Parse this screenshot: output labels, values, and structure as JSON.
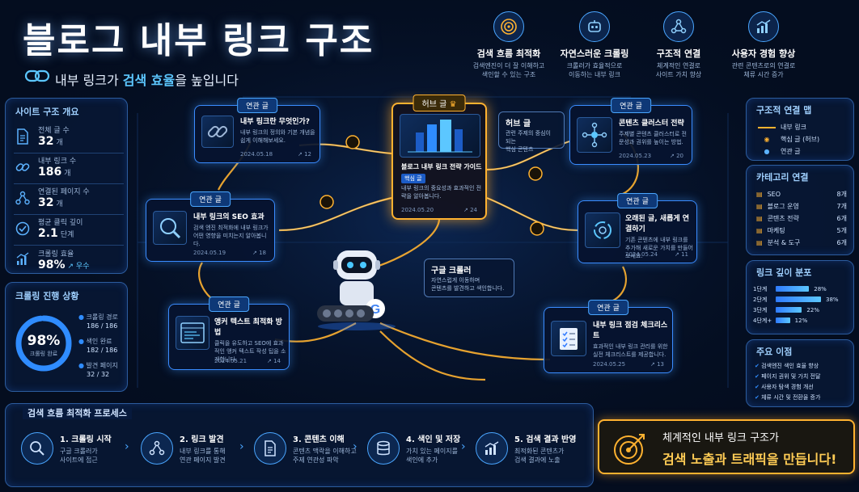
{
  "header": {
    "title": "블로그 내부 링크 구조",
    "subtitle_pre": "내부 링크가 ",
    "subtitle_hl": "검색 효율",
    "subtitle_post": "을 높입니다"
  },
  "features": [
    {
      "title": "검색 흐름 최적화",
      "desc1": "검색엔진이 더 잘 이해하고",
      "desc2": "색인할 수 있는 구조",
      "icon": "target-icon"
    },
    {
      "title": "자연스러운 크롤링",
      "desc1": "크롤러가 효율적으로",
      "desc2": "이동하는 내부 링크",
      "icon": "robot-icon"
    },
    {
      "title": "구조적 연결",
      "desc1": "체계적인 연결로",
      "desc2": "사이트 가치 향상",
      "icon": "network-icon"
    },
    {
      "title": "사용자 경험 향상",
      "desc1": "관련 콘텐츠로의 연결로",
      "desc2": "체류 시간 증가",
      "icon": "growth-chart-icon"
    }
  ],
  "site_overview": {
    "title": "사이트 구조 개요",
    "stats": [
      {
        "label": "전체 글 수",
        "value": "32",
        "unit": "개"
      },
      {
        "label": "내부 링크 수",
        "value": "186",
        "unit": "개"
      },
      {
        "label": "연결된 페이지 수",
        "value": "32",
        "unit": "개"
      },
      {
        "label": "평균 클릭 깊이",
        "value": "2.1",
        "unit": "단계"
      },
      {
        "label": "크롤링 효율",
        "value": "98%",
        "unit": "↗ 우수"
      }
    ]
  },
  "crawl_status": {
    "title": "크롤링 진행 상황",
    "percent": "98%",
    "percent_value": 98,
    "percent_label": "크롤링 완료",
    "items": [
      {
        "label": "크롤링 경로",
        "value": "186 / 186"
      },
      {
        "label": "색인 완료",
        "value": "182 / 186"
      },
      {
        "label": "발견 페이지",
        "value": "32 / 32"
      }
    ]
  },
  "hub": {
    "tag": "허브 글",
    "title": "블로그 내부 링크 전략 가이드",
    "badge": "핵심 글",
    "desc": "내부 링크의 중요성과 효과적인 전략을 알아봅니다.",
    "date": "2024.05.20",
    "count": "↗ 24"
  },
  "hub_callout": {
    "title": "허브 글",
    "desc1": "관련 주제의 중심이 되는",
    "desc2": "핵심 콘텐츠"
  },
  "crawler_callout": {
    "title": "구글 크롤러",
    "desc1": "자연스럽게 이동하며",
    "desc2": "콘텐츠를 발견하고 색인합니다."
  },
  "cards": [
    {
      "tag": "연관 글",
      "title": "내부 링크란 무엇인가?",
      "desc": "내부 링크의 정의와 기본 개념을 쉽게 이해해보세요.",
      "date": "2024.05.18",
      "count": "↗ 12",
      "icon": "chain-link-icon"
    },
    {
      "tag": "연관 글",
      "title": "내부 링크의 SEO 효과",
      "desc": "검색 엔진 최적화에 내부 링크가 어떤 영향을 미치는지 알아봅니다.",
      "date": "2024.05.19",
      "count": "↗ 18",
      "icon": "seo-magnifier-icon"
    },
    {
      "tag": "연관 글",
      "title": "앵커 텍스트 최적화 방법",
      "desc": "클릭을 유도하고 SEO에 효과적인 앵커 텍스트 작성 팁을 소개합니다.",
      "date": "2024.05.21",
      "count": "↗ 14",
      "icon": "browser-window-icon"
    },
    {
      "tag": "연관 글",
      "title": "콘텐츠 클러스터 전략",
      "desc": "주제별 콘텐츠 클러스터로 전문성과 권위를 높이는 방법.",
      "date": "2024.05.23",
      "count": "↗ 20",
      "icon": "cluster-icon"
    },
    {
      "tag": "연관 글",
      "title": "오래된 글, 새롭게 연결하기",
      "desc": "기존 콘텐츠에 내부 링크를 추가해 새로운 가치를 만들어보세요.",
      "date": "2024.05.24",
      "count": "↗ 11",
      "icon": "refresh-cycle-icon"
    },
    {
      "tag": "연관 글",
      "title": "내부 링크 점검 체크리스트",
      "desc": "효과적인 내부 링크 관리를 위한 실전 체크리스트를 제공합니다.",
      "date": "2024.05.25",
      "count": "↗ 13",
      "icon": "checklist-icon"
    }
  ],
  "legend": {
    "title": "구조적 연결 맵",
    "items": [
      "내부 링크",
      "핵심 글 (허브)",
      "연관 글"
    ]
  },
  "categories": {
    "title": "카테고리 연결",
    "items": [
      {
        "label": "SEO",
        "count": "8개"
      },
      {
        "label": "블로그 운영",
        "count": "7개"
      },
      {
        "label": "콘텐츠 전략",
        "count": "6개"
      },
      {
        "label": "마케팅",
        "count": "5개"
      },
      {
        "label": "분석 & 도구",
        "count": "6개"
      }
    ]
  },
  "depth": {
    "title": "링크 깊이 분포",
    "rows": [
      {
        "label": "1단계",
        "pct": "28%",
        "value": 28
      },
      {
        "label": "2단계",
        "pct": "38%",
        "value": 38
      },
      {
        "label": "3단계",
        "pct": "22%",
        "value": 22
      },
      {
        "label": "4단계+",
        "pct": "12%",
        "value": 12
      }
    ]
  },
  "points": {
    "title": "주요 이점",
    "items": [
      "검색엔진 색인 효율 향상",
      "페이지 권위 및 가치 전달",
      "사용자 탐색 경험 개선",
      "체류 시간 및 전환율 증가"
    ]
  },
  "process": {
    "title": "검색 흐름 최적화 프로세스",
    "steps": [
      {
        "title": "1. 크롤링 시작",
        "d1": "구글 크롤러가",
        "d2": "사이트에 접근",
        "icon": "search-icon"
      },
      {
        "title": "2. 링크 발견",
        "d1": "내부 링크를 통해",
        "d2": "연관 페이지 발견",
        "icon": "share-nodes-icon"
      },
      {
        "title": "3. 콘텐츠 이해",
        "d1": "콘텐츠 맥락을 이해하고",
        "d2": "주제 연관성 파악",
        "icon": "document-icon"
      },
      {
        "title": "4. 색인 및 저장",
        "d1": "가치 있는 페이지를",
        "d2": "색인에 추가",
        "icon": "database-icon"
      },
      {
        "title": "5. 검색 결과 반영",
        "d1": "최적화된 콘텐츠가",
        "d2": "검색 결과에 노출",
        "icon": "bar-chart-icon"
      }
    ]
  },
  "cta": {
    "line1": "체계적인 내부 링크 구조가",
    "line2": "검색 노출과 트래픽을 만듭니다!"
  },
  "colors": {
    "accent": "#4aa6ff",
    "gold": "#ffb230",
    "background": "#040d1f"
  }
}
